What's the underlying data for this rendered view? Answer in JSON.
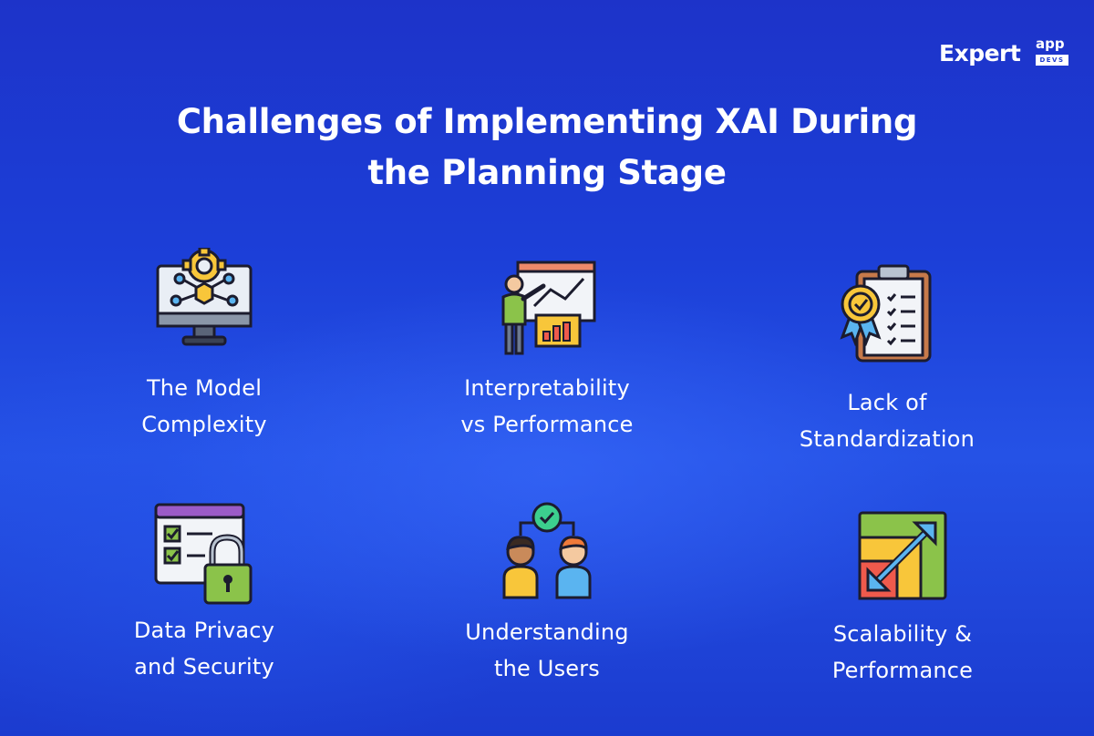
{
  "logo": {
    "word": "Expert",
    "superscript": "app",
    "badge": "DEVS"
  },
  "title": {
    "line1": "Challenges of Implementing XAI During",
    "line2": "the Planning Stage"
  },
  "items": [
    {
      "line1": "The Model",
      "line2": "Complexity",
      "icon": "monitor-gear-network-icon"
    },
    {
      "line1": "Interpretability",
      "line2": "vs Performance",
      "icon": "presenter-chart-icon"
    },
    {
      "line1": "Lack of",
      "line2": "Standardization",
      "icon": "clipboard-badge-icon"
    },
    {
      "line1": "Data Privacy",
      "line2": "and Security",
      "icon": "checklist-lock-icon"
    },
    {
      "line1": "Understanding",
      "line2": "the Users",
      "icon": "users-connection-icon"
    },
    {
      "line1": "Scalability &",
      "line2": "Performance",
      "icon": "scale-arrow-icon"
    }
  ],
  "colors": {
    "background_top": "#1d33c9",
    "background_mid": "#2552e6",
    "text": "#ffffff",
    "icon_outline": "#1c1c2e",
    "icon_yellow": "#f8c63a",
    "icon_green": "#8bc34a",
    "icon_red": "#ef5a4c",
    "icon_blue": "#5ab4f0"
  }
}
